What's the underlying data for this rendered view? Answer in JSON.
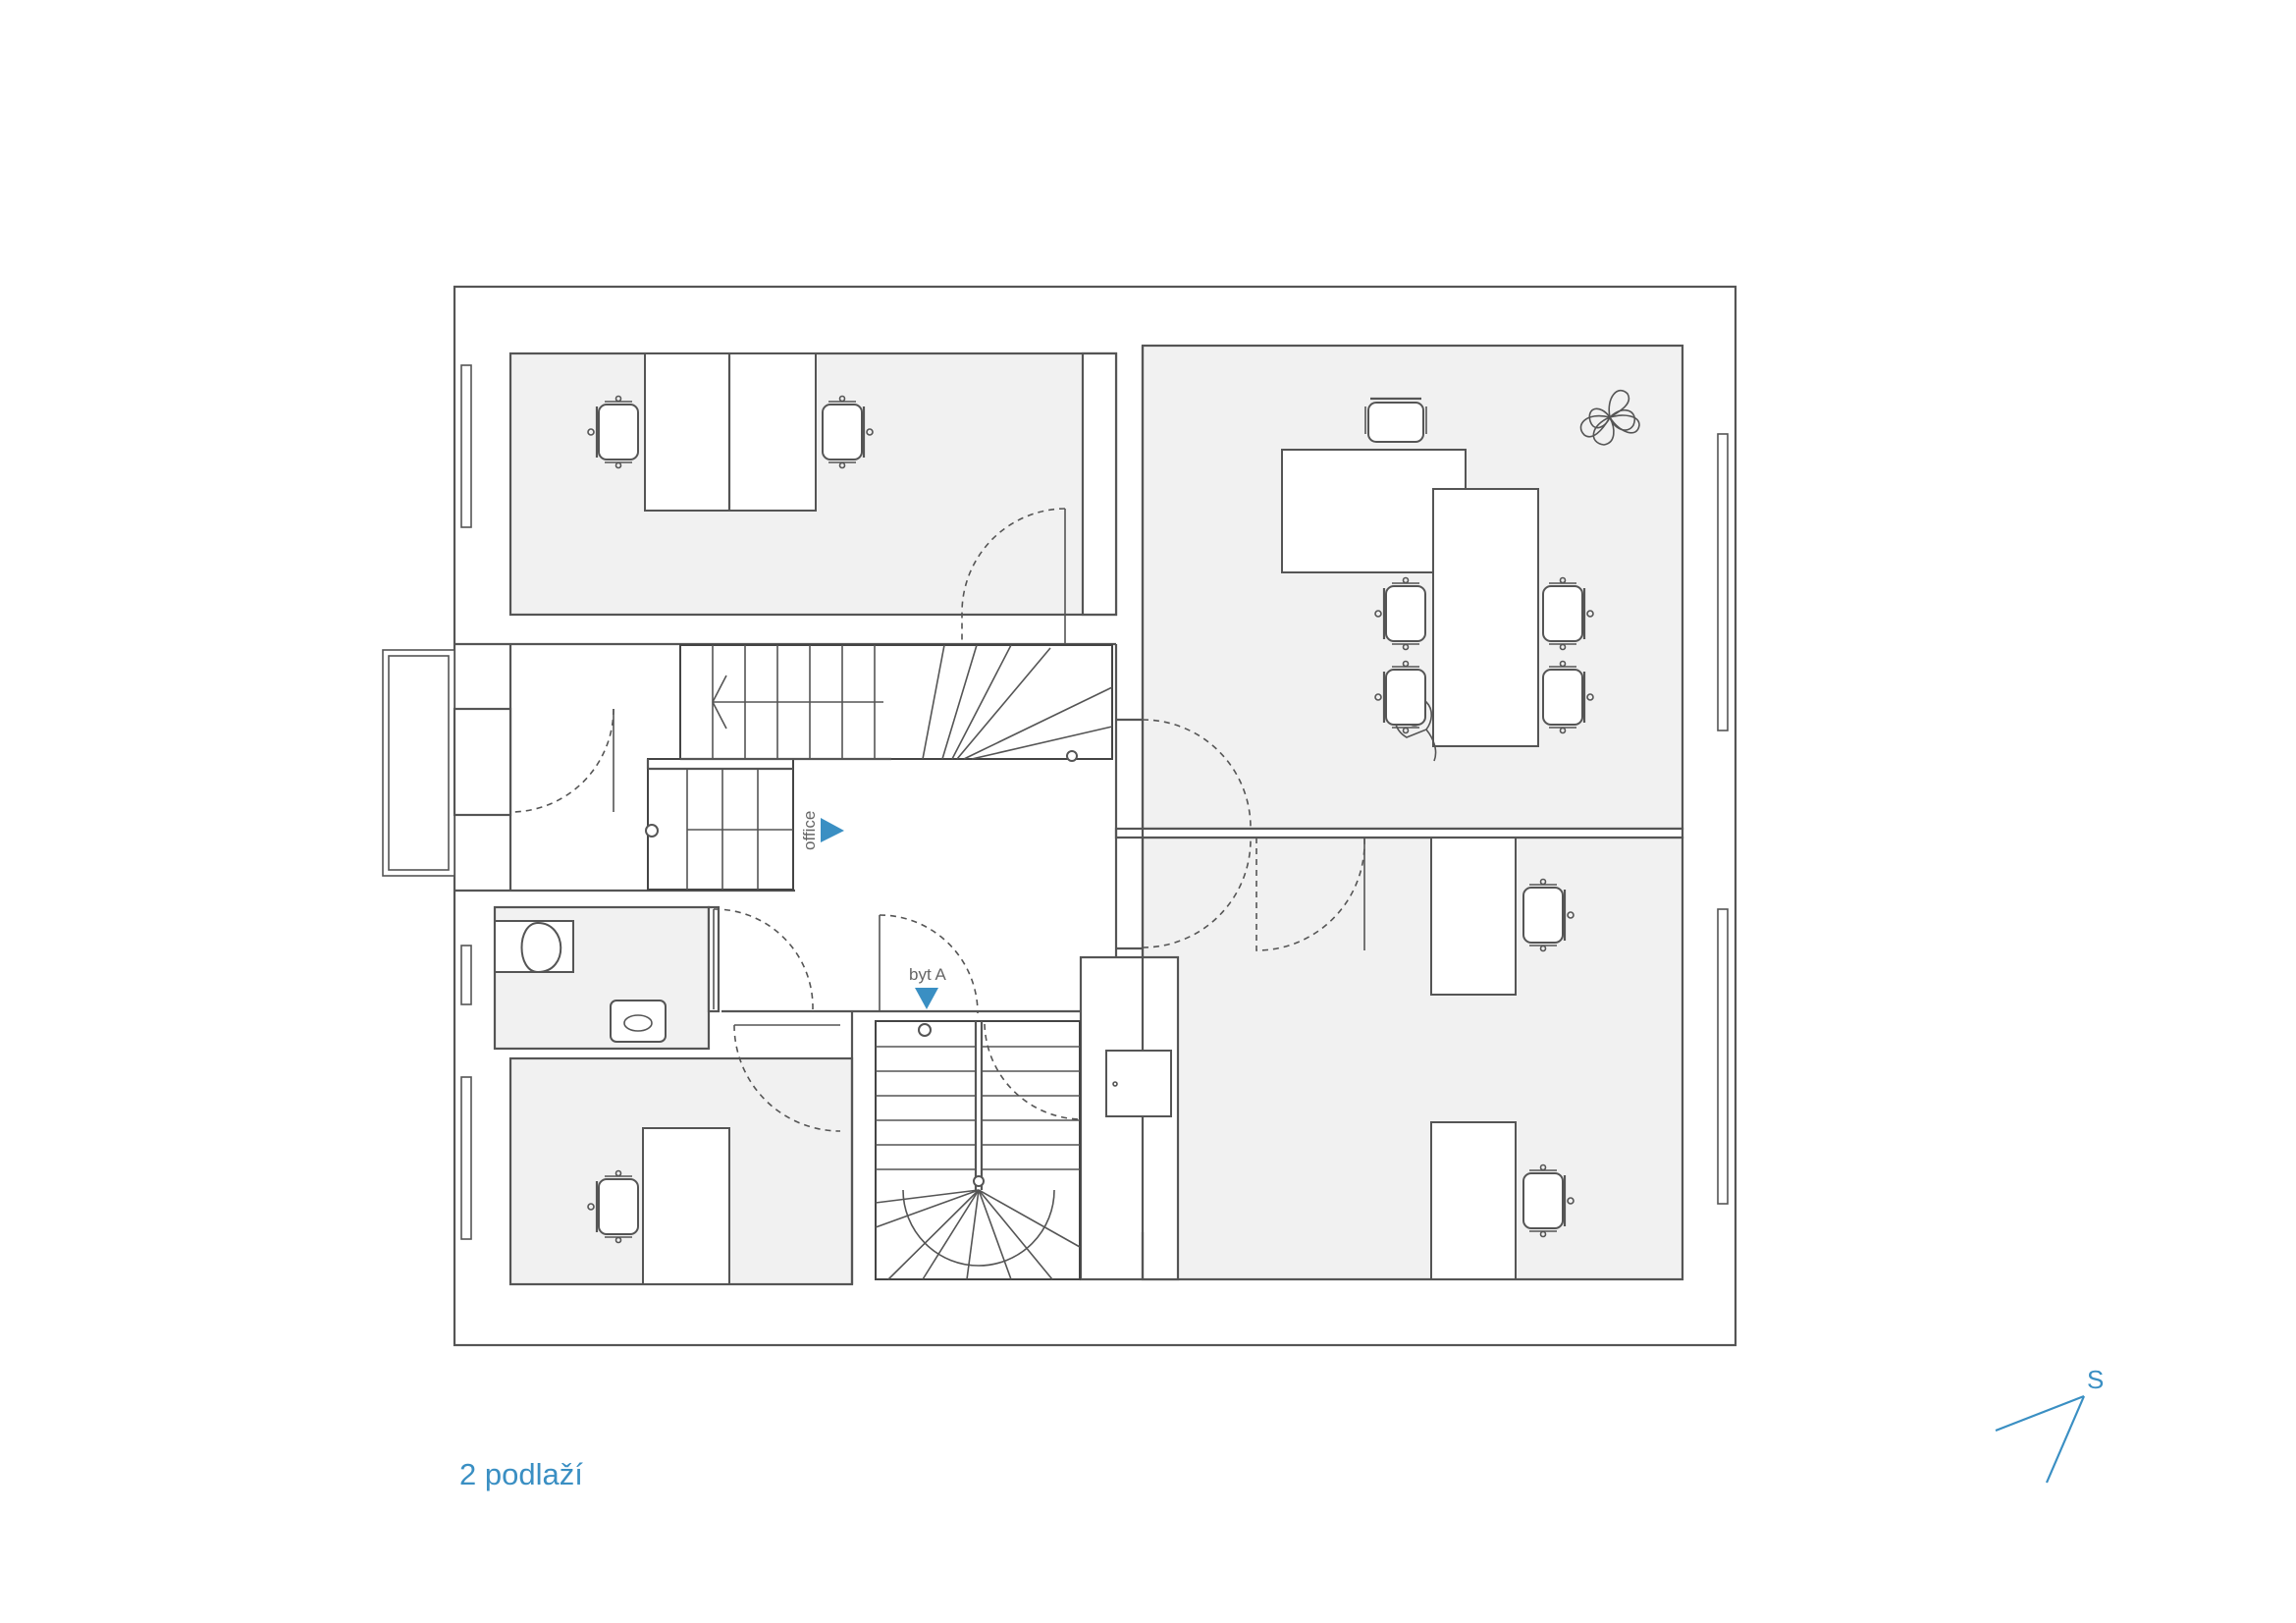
{
  "labels": {
    "office": "office",
    "apartment": "byt A",
    "compass": "S",
    "floor_title": "2 podlaží"
  },
  "colors": {
    "accent": "#3a8fc3",
    "line": "#555555",
    "room_fill": "#f1f1f1"
  },
  "icons": {
    "entry_marker": "triangle-arrow",
    "compass": "north-arrow"
  }
}
